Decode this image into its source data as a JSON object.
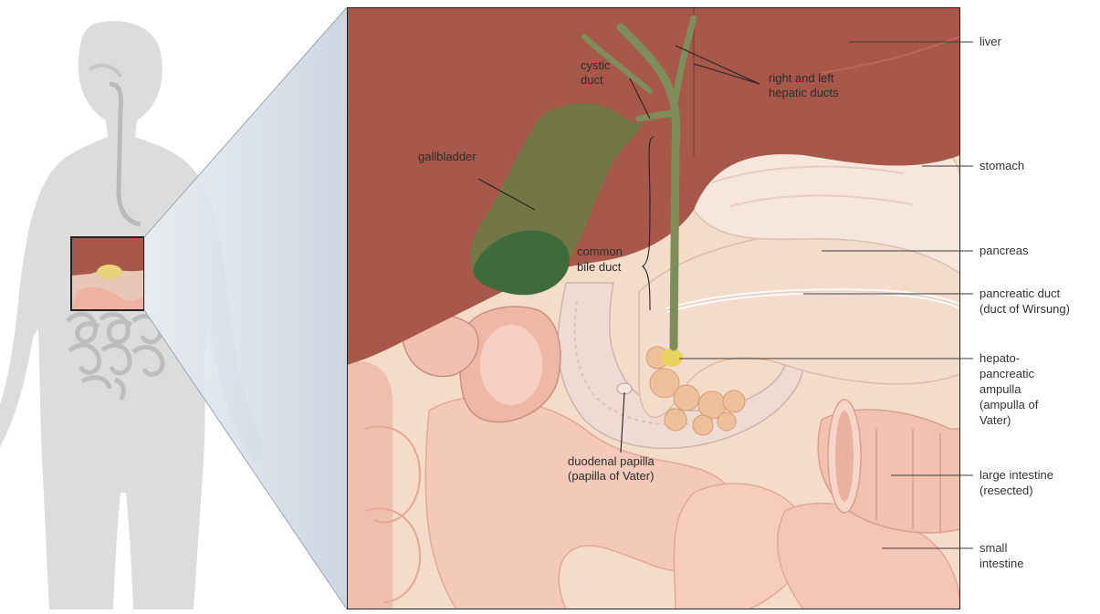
{
  "labels": {
    "liver": "liver",
    "stomach": "stomach",
    "pancreas": "pancreas",
    "pancreatic_duct": [
      "pancreatic duct",
      "(duct of Wirsung)"
    ],
    "ampulla": [
      "hepato-",
      "pancreatic",
      "ampulla",
      "(ampulla of",
      "Vater)"
    ],
    "large_intestine": [
      "large intestine",
      "(resected)"
    ],
    "small_intestine": [
      "small",
      "intestine"
    ],
    "cystic_duct": [
      "cystic",
      "duct"
    ],
    "hepatic_ducts": [
      "right and left",
      "hepatic ducts"
    ],
    "gallbladder": "gallbladder",
    "common_bile_duct": [
      "common",
      "bile duct"
    ],
    "duodenal_papilla": [
      "duodenal papilla",
      "(papilla of Vater)"
    ]
  },
  "colors": {
    "liver": "#a8584a",
    "gallbladder": "#6f7a45",
    "bile": "#3f6b3b",
    "intestine": "#f1c7b8",
    "pancreas": "#f3d9c8",
    "body_silhouette": "#d9d9d9",
    "background_panel": "#f6e3d6"
  }
}
